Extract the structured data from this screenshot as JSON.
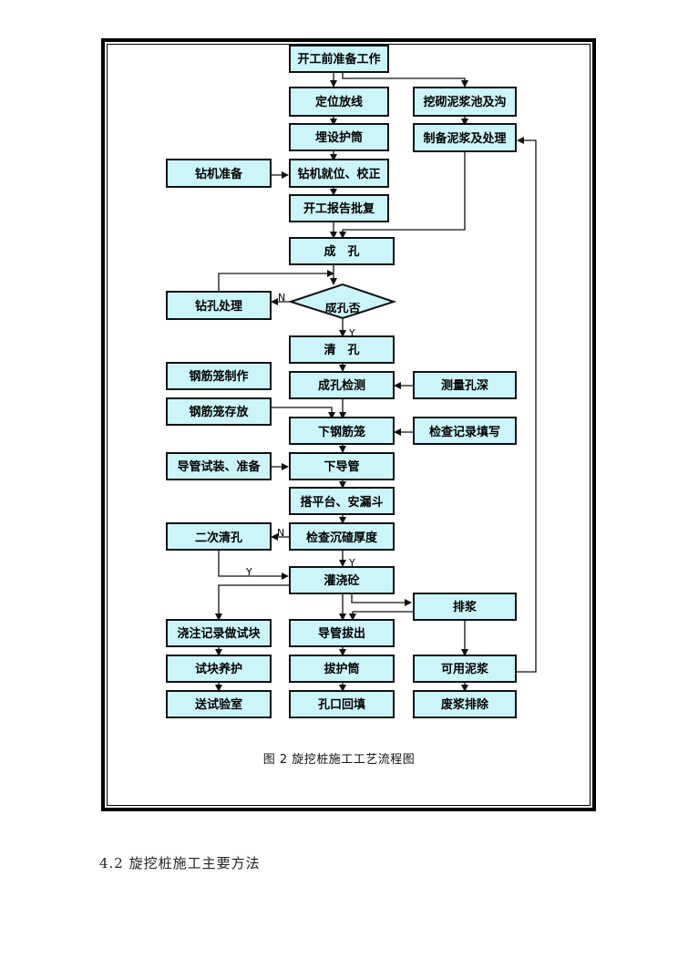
{
  "figure": {
    "caption": "图 2  旋挖桩施工工艺流程图",
    "nodes": {
      "start": "开工前准备工作",
      "position": "定位放线",
      "casing": "埋设护筒",
      "rig_prep": "钻机准备",
      "rig_setup": "钻机就位、校正",
      "report": "开工报告批复",
      "drill": "成　孔",
      "hole_ok": "成孔否",
      "hole_fix": "钻孔处理",
      "clean": "清　孔",
      "inspect": "成孔检测",
      "depth": "测量孔深",
      "cage_make": "钢筋笼制作",
      "cage_store": "钢筋笼存放",
      "cage_lower": "下钢筋笼",
      "record": "检查记录填写",
      "pipe_prep": "导管试装、准备",
      "pipe_lower": "下导管",
      "platform": "搭平台、安漏斗",
      "sediment": "检查沉碴厚度",
      "reclean": "二次清孔",
      "pour": "灌浇砼",
      "pour_record": "浇注记录做试块",
      "cure": "试块养护",
      "lab": "送试验室",
      "pipe_pull": "导管拔出",
      "casing_pull": "拔护筒",
      "backfill": "孔口回填",
      "pit": "挖砌泥浆池及沟",
      "mud_prep": "制备泥浆及处理",
      "drain": "排浆",
      "reuse": "可用泥浆",
      "waste": "废浆排除"
    },
    "edge_labels": {
      "no": "N",
      "yes": "Y"
    }
  },
  "section_heading": "4.2 旋挖桩施工主要方法"
}
